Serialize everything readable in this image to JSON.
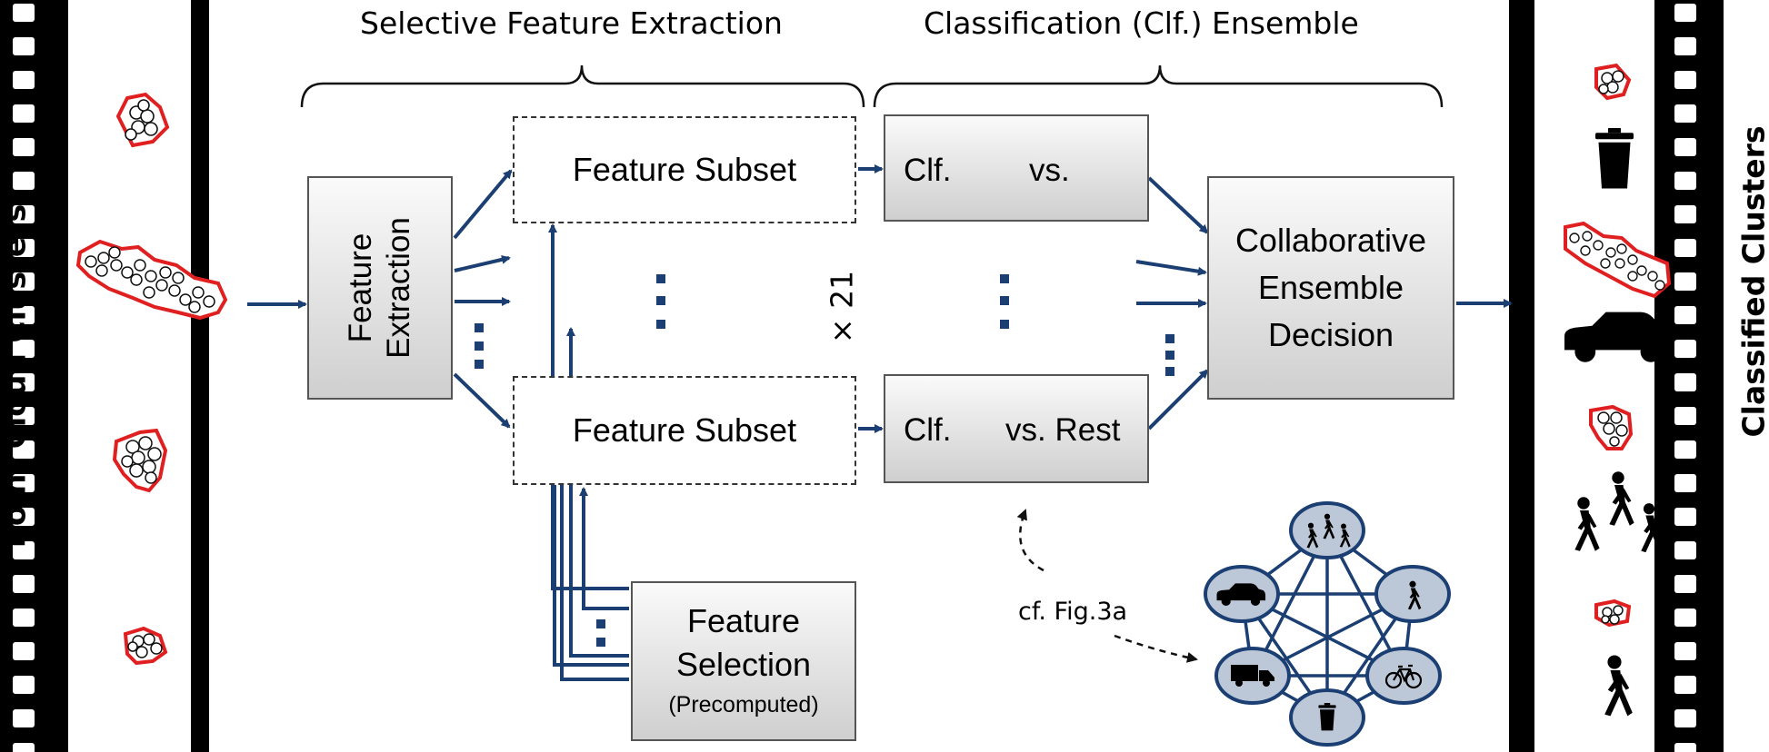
{
  "left_strip": {
    "title": "Point Cloud Clusters"
  },
  "right_strip": {
    "title": "Classified Clusters"
  },
  "stages": {
    "selective": "Selective Feature Extraction",
    "classification": "Classification (Clf.) Ensemble"
  },
  "feature_extraction": {
    "line1": "Feature",
    "line2": "Extraction"
  },
  "feature_subset": {
    "top": "Feature Subset",
    "bottom": "Feature Subset"
  },
  "multiplier": "× 21",
  "clf_top": {
    "prefix": "Clf.",
    "mid": "vs."
  },
  "clf_bottom": {
    "prefix": "Clf.",
    "mid": "vs. Rest"
  },
  "decision": {
    "line1": "Collaborative",
    "line2": "Ensemble",
    "line3": "Decision"
  },
  "feature_selection": {
    "line1": "Feature",
    "line2": "Selection",
    "line3": "(Precomputed)"
  },
  "reference": "cf. Fig.3a",
  "graph_nodes": [
    "pedestrian-group",
    "pedestrian",
    "bicycle",
    "trash-can",
    "truck",
    "car"
  ],
  "output_classes": [
    "trash-can",
    "car",
    "pedestrian-group",
    "pedestrian"
  ],
  "colors": {
    "arrow": "#1b3f73",
    "node_fill": "#bcc8d8",
    "cluster_outline": "#e02020",
    "box_border": "#555555"
  }
}
